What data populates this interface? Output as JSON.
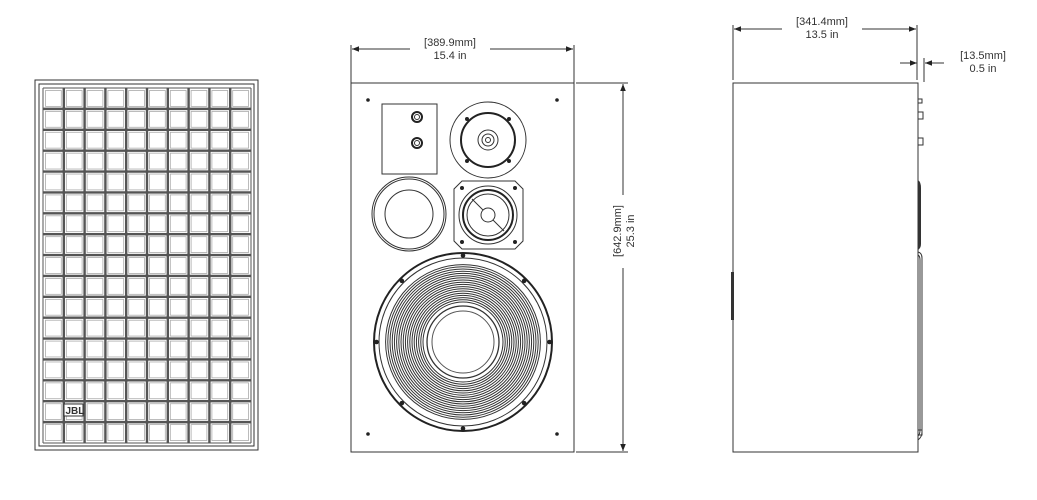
{
  "drawing": {
    "grille_view": {
      "logo_text": "JBL",
      "grid_columns": 10,
      "grid_rows": 17
    },
    "front_view": {
      "width_mm": "[389.9mm]",
      "width_in": "15.4 in",
      "height_mm": "[642.9mm]",
      "height_in": "25.3 in"
    },
    "side_view": {
      "depth_mm": "[341.4mm]",
      "depth_in": "13.5 in",
      "grille_depth_mm": "[13.5mm]",
      "grille_depth_in": "0.5 in"
    },
    "colors": {
      "line": "#333333",
      "background": "#ffffff"
    }
  }
}
